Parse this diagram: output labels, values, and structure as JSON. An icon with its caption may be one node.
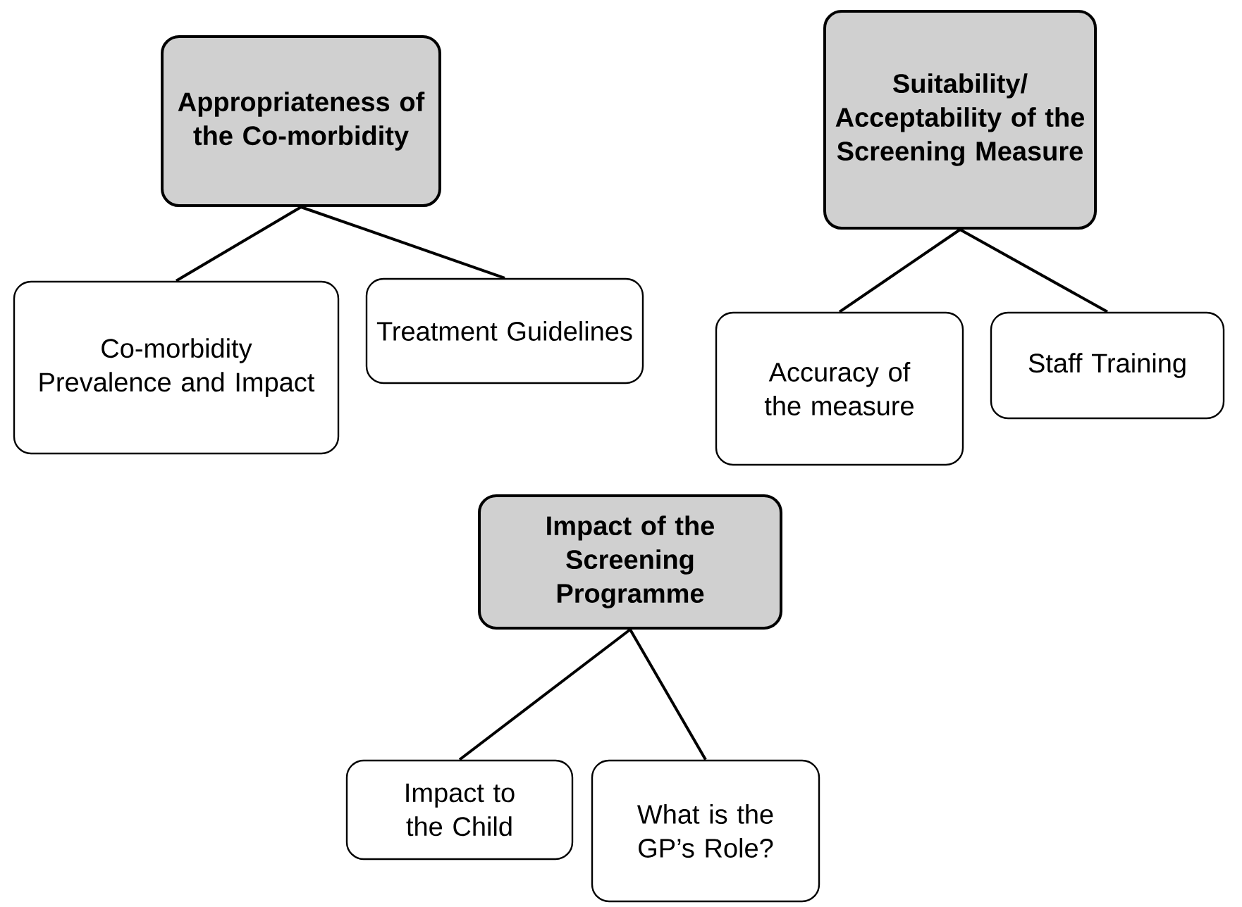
{
  "diagram": {
    "nodes": [
      {
        "text": [
          "Appropriateness of the Co-morbidity"
        ]
      },
      {
        "text": [
          "Co-morbidity Prevalence and Impact"
        ]
      },
      {
        "text": [
          "Treatment Guidelines"
        ]
      },
      {
        "text": [
          "Suitability/ Acceptability of the Screening Measure"
        ]
      },
      {
        "text": [
          "Accuracy of the measure"
        ]
      },
      {
        "text": [
          "Staff Training"
        ]
      },
      {
        "text": [
          "Impact of the Screening Programme"
        ]
      },
      {
        "text": [
          "Impact to the Child"
        ]
      },
      {
        "text": [
          "What is the GP’s Role?"
        ]
      }
    ],
    "edges": [
      {
        "from": 0,
        "to": 1,
        "arrow": "none"
      },
      {
        "from": 0,
        "to": 2,
        "arrow": "none"
      },
      {
        "from": 3,
        "to": 4,
        "arrow": "none"
      },
      {
        "from": 3,
        "to": 5,
        "arrow": "none"
      },
      {
        "from": 6,
        "to": 7,
        "arrow": "none"
      },
      {
        "from": 6,
        "to": 8,
        "arrow": "none"
      }
    ]
  }
}
